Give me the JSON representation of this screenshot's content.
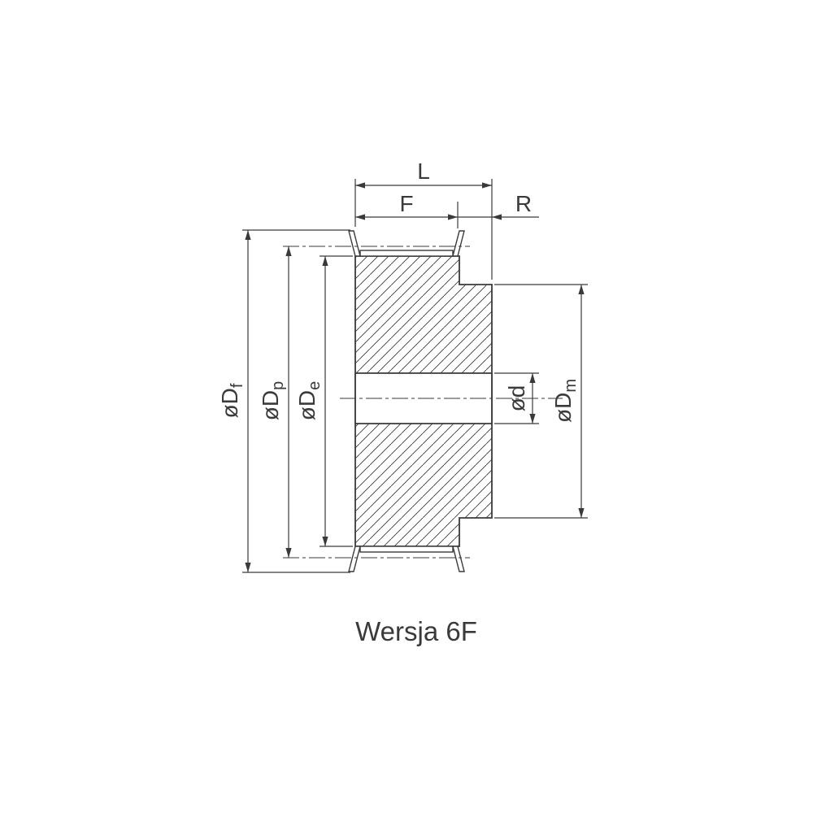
{
  "figure": {
    "caption": "Wersja 6F"
  },
  "dimensions": {
    "L": {
      "label": "L"
    },
    "F": {
      "label": "F"
    },
    "R": {
      "label": "R"
    },
    "Df": {
      "main": "øD",
      "sub": "f"
    },
    "Dp": {
      "main": "øD",
      "sub": "p"
    },
    "De": {
      "main": "øD",
      "sub": "e"
    },
    "d": {
      "main": "ød",
      "sub": ""
    },
    "Dm": {
      "main": "øD",
      "sub": "m"
    }
  },
  "colors": {
    "line": "#3a3a3a",
    "text": "#3a3a3a",
    "background": "#ffffff"
  }
}
